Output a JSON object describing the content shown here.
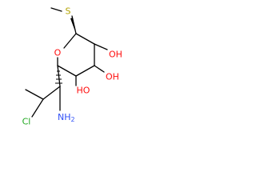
{
  "molecule": {
    "atoms": {
      "ring_oxygen": {
        "label": "O",
        "color": "#ff0d0d"
      },
      "sulfur": {
        "label": "S",
        "color": "#b3a300"
      },
      "hydroxyl_c2": {
        "label": "OH",
        "color": "#ff0d0d"
      },
      "hydroxyl_c3": {
        "label": "OH",
        "color": "#ff0d0d"
      },
      "hydroxyl_c4": {
        "label": "HO",
        "color": "#ff0d0d"
      },
      "amino": {
        "label": "NH",
        "subscript": "2",
        "color": "#3050f8"
      },
      "chloro": {
        "label": "Cl",
        "color": "#1fa81f"
      }
    },
    "bond_color": "#000000"
  }
}
